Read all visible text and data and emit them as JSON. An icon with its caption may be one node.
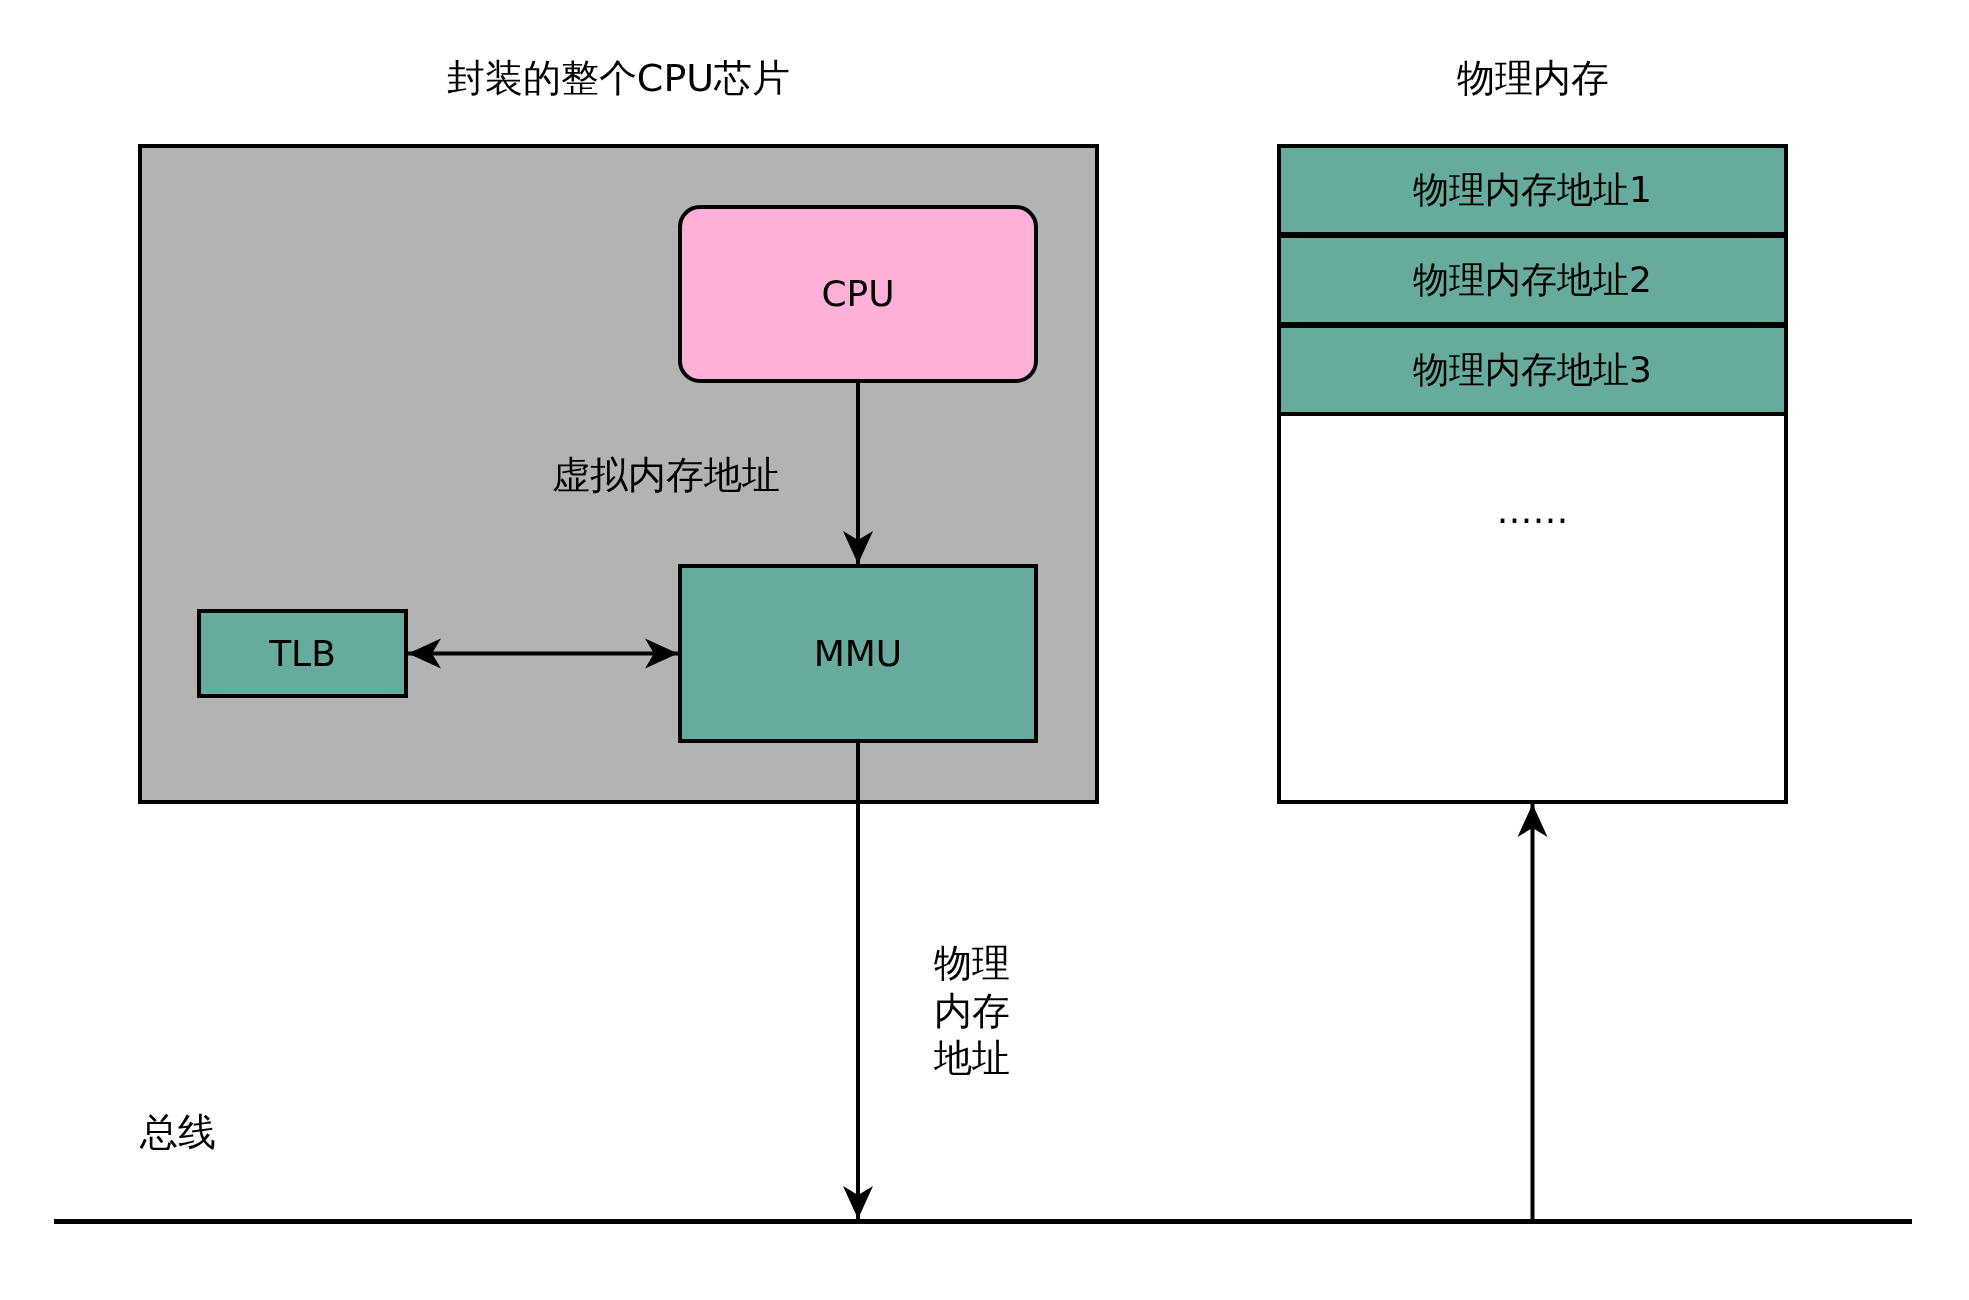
{
  "diagram": {
    "nodes": [
      {
        "text": [
          "封装的整个CPU芯片"
        ]
      },
      {
        "text": [
          "CPU"
        ],
        "in": 0
      },
      {
        "text": [
          "MMU"
        ],
        "in": 0
      },
      {
        "text": [
          "TLB"
        ],
        "in": 0
      },
      {
        "text": [
          "物理内存",
          "……"
        ]
      },
      {
        "text": [
          "物理内存地址1"
        ],
        "in": 4
      },
      {
        "text": [
          "物理内存地址2"
        ],
        "in": 4
      },
      {
        "text": [
          "物理内存地址3"
        ],
        "in": 4
      },
      {
        "text": [],
        "shape": "bar",
        "beside": [
          "总线"
        ]
      }
    ],
    "edges": [
      {
        "from": 1,
        "to": 2,
        "arrow": "to",
        "label": "虚拟内存地址"
      },
      {
        "from": 3,
        "to": 2,
        "arrow": "both"
      },
      {
        "from": 2,
        "to": 8,
        "arrow": "to",
        "label": "物理内存地址"
      },
      {
        "from": 8,
        "to": 4,
        "arrow": "to"
      }
    ]
  }
}
